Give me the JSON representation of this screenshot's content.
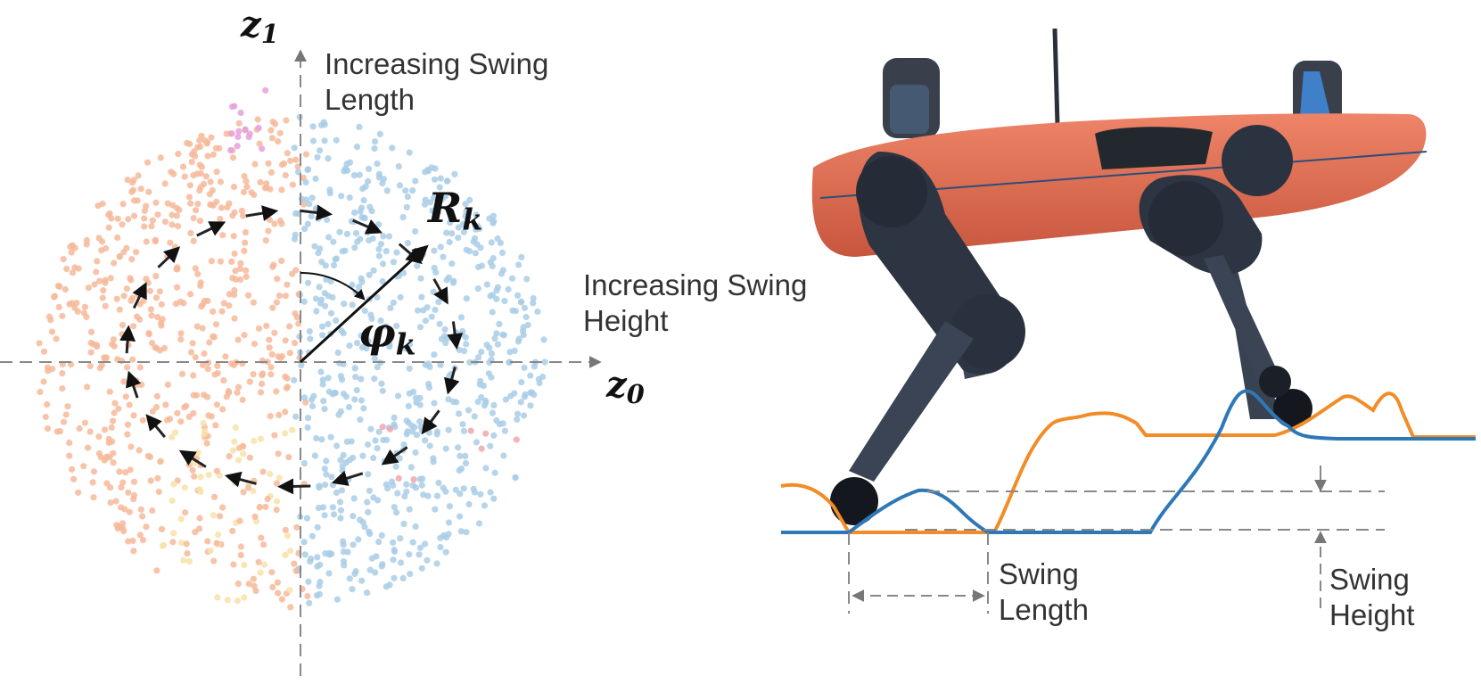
{
  "left_panel": {
    "axis_y_label": {
      "base": "z",
      "sub": "1"
    },
    "axis_x_label": {
      "base": "z",
      "sub": "0"
    },
    "radius_label": {
      "base": "R",
      "sub": "k"
    },
    "angle_label": {
      "base": "φ",
      "sub": "k"
    },
    "y_direction_text": [
      "Increasing Swing",
      "Length"
    ],
    "x_direction_text": [
      "Increasing Swing",
      "Height"
    ],
    "cluster_colors": {
      "orange": "#f6b89a",
      "blue": "#a9cce6",
      "yellow": "#f8e2a8",
      "pink": "#e6a0dc",
      "red": "#f2a6ad"
    }
  },
  "right_panel": {
    "swing_length_text": [
      "Swing",
      "Length"
    ],
    "swing_height_text": [
      "Swing",
      "Height"
    ],
    "trace_colors": {
      "blue": "#2f78b7",
      "orange": "#f28c28"
    },
    "robot_colors": {
      "body": "#e0674c",
      "legs": "#2c3442"
    }
  }
}
